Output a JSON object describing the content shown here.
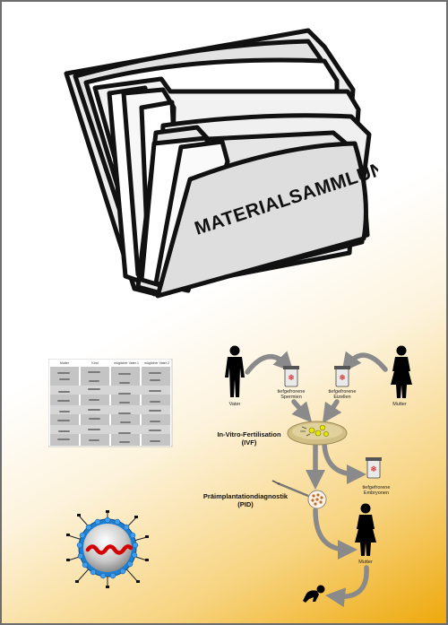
{
  "folder": {
    "label": "MATERIALSAMMLUNG"
  },
  "gel": {
    "headers": [
      "Mutter",
      "Kind",
      "möglicher Vater 1",
      "möglicher Vater 2"
    ]
  },
  "ivf": {
    "father": "Vater",
    "mother_top": "Mutter",
    "sperm_line1": "tiefgefrorene",
    "sperm_line2": "Spermien",
    "egg_line1": "tiefgefrorene",
    "egg_line2": "Eizellen",
    "ivf_line1": "In-Vitro-Fertilisation",
    "ivf_line2": "(IVF)",
    "embryo_line1": "tiefgefrorene",
    "embryo_line2": "Embryonen",
    "pid_line1": "Präimplantationdiagnostik",
    "pid_line2": "(PID)",
    "mother_bottom": "Mutter"
  },
  "icons": [
    "folder-icon",
    "virus-icon",
    "father-icon",
    "mother-icon",
    "baby-icon",
    "vial-icon",
    "petri-dish-icon",
    "syringe-icon"
  ]
}
